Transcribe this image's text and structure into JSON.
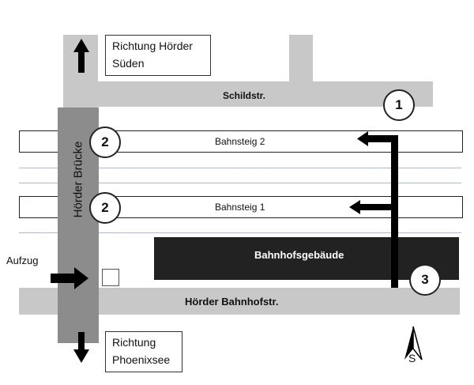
{
  "streets": {
    "schild": "Schildstr.",
    "bahnhof": "Hörder Bahnhofstr.",
    "bridge": "Hörder Brücke"
  },
  "platforms": {
    "p2": "Bahnsteig 2",
    "p1": "Bahnsteig 1"
  },
  "building": "Bahnhofsgebäude",
  "elevator": "Aufzug",
  "directions": {
    "north_line1": "Richtung Hörder",
    "north_line2": "Süden",
    "south_line1": "Richtung",
    "south_line2": "Phoenixsee"
  },
  "markers": {
    "one": "1",
    "two_top": "2",
    "two_bottom": "2",
    "three": "3"
  },
  "compass": "S",
  "colors": {
    "road": "#c8c8c8",
    "bridge": "#8c8c8c",
    "building": "#222222",
    "track": "#a9bcd0"
  }
}
